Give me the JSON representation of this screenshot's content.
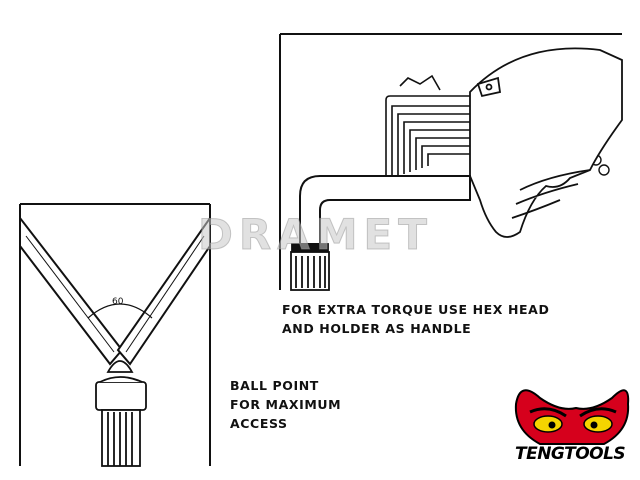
{
  "captions": {
    "torque_line1": "FOR EXTRA TORQUE USE HEX HEAD",
    "torque_line2": "AND HOLDER AS HANDLE",
    "ball_line1": "BALL POINT",
    "ball_line2": "FOR MAXIMUM",
    "ball_line3": "ACCESS"
  },
  "angle_label": "60",
  "watermark": "DRAMET",
  "brand": {
    "name": "TENGTOOLS",
    "color": "#d6001c"
  }
}
